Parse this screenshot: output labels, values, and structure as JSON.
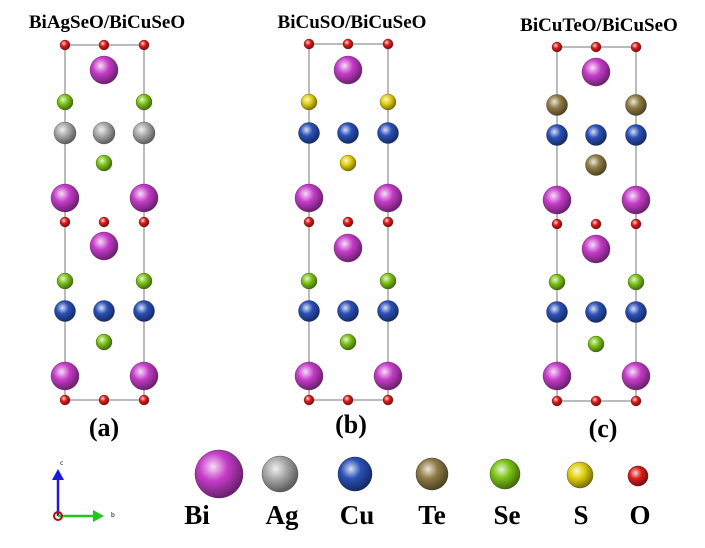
{
  "panels": [
    {
      "title": "BiAgSeO/BiCuSeO",
      "label": "(a)",
      "layers": [
        "O",
        "Bi",
        "Se",
        "Ag",
        "Se",
        "Bi",
        "O",
        "Bi",
        "Se",
        "Cu",
        "Se",
        "Bi",
        "O"
      ]
    },
    {
      "title": "BiCuSO/BiCuSeO",
      "label": "(b)",
      "layers": [
        "O",
        "Bi",
        "S",
        "Cu",
        "S",
        "Bi",
        "O",
        "Bi",
        "Se",
        "Cu",
        "Se",
        "Bi",
        "O"
      ]
    },
    {
      "title": "BiCuTeO/BiCuSeO",
      "label": "(c)",
      "layers": [
        "O",
        "Bi",
        "Te",
        "Cu",
        "Te",
        "Bi",
        "O",
        "Bi",
        "Se",
        "Cu",
        "Se",
        "Bi",
        "O"
      ]
    }
  ],
  "legend": [
    {
      "symbol": "Bi",
      "color": "#c53cc9"
    },
    {
      "symbol": "Ag",
      "color": "#a9a9a9"
    },
    {
      "symbol": "Cu",
      "color": "#2a50b8"
    },
    {
      "symbol": "Te",
      "color": "#8f7c45"
    },
    {
      "symbol": "Se",
      "color": "#7cc417"
    },
    {
      "symbol": "S",
      "color": "#e1cf0d"
    },
    {
      "symbol": "O",
      "color": "#dd1c1c"
    }
  ],
  "axes": {
    "vertical_label": "c",
    "horizontal_label": "b",
    "vertical_color": "#1a1ae0",
    "horizontal_color": "#1ec81e",
    "origin_color": "#b01010"
  }
}
